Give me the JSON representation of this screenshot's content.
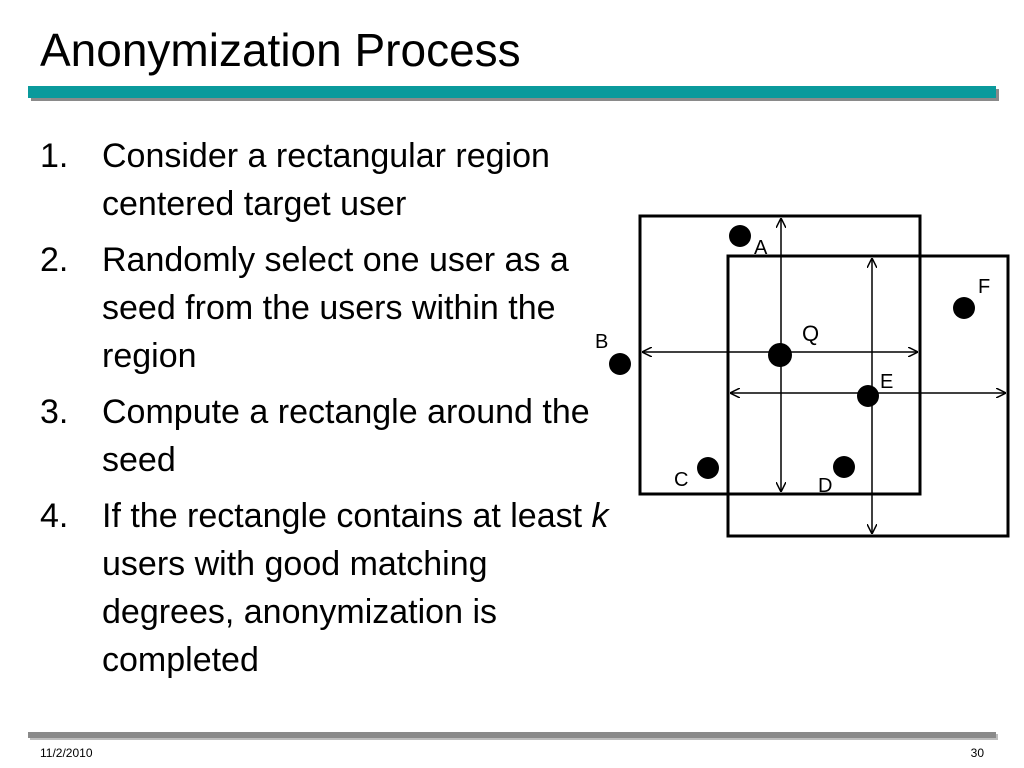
{
  "slide": {
    "title": "Anonymization Process",
    "steps": [
      {
        "number": "1.",
        "text": "Consider a rectangular region centered target user"
      },
      {
        "number": "2.",
        "text": "Randomly select one user as a seed from the users within the region"
      },
      {
        "number": "3.",
        "text": "Compute a rectangle around the seed"
      },
      {
        "number": "4.",
        "text_before": "If the rectangle contains at least ",
        "emphasis": "k",
        "text_after": " users with good matching degrees, anonymization is completed"
      }
    ]
  },
  "diagram": {
    "point_labels": {
      "a": "A",
      "b": "B",
      "c": "C",
      "d": "D",
      "e": "E",
      "f": "F",
      "q": "Q"
    }
  },
  "footer": {
    "date": "11/2/2010",
    "page_number": "30"
  },
  "colors": {
    "title_bar": "#0a9a9c",
    "footer_bar": "#8a8a8a"
  }
}
